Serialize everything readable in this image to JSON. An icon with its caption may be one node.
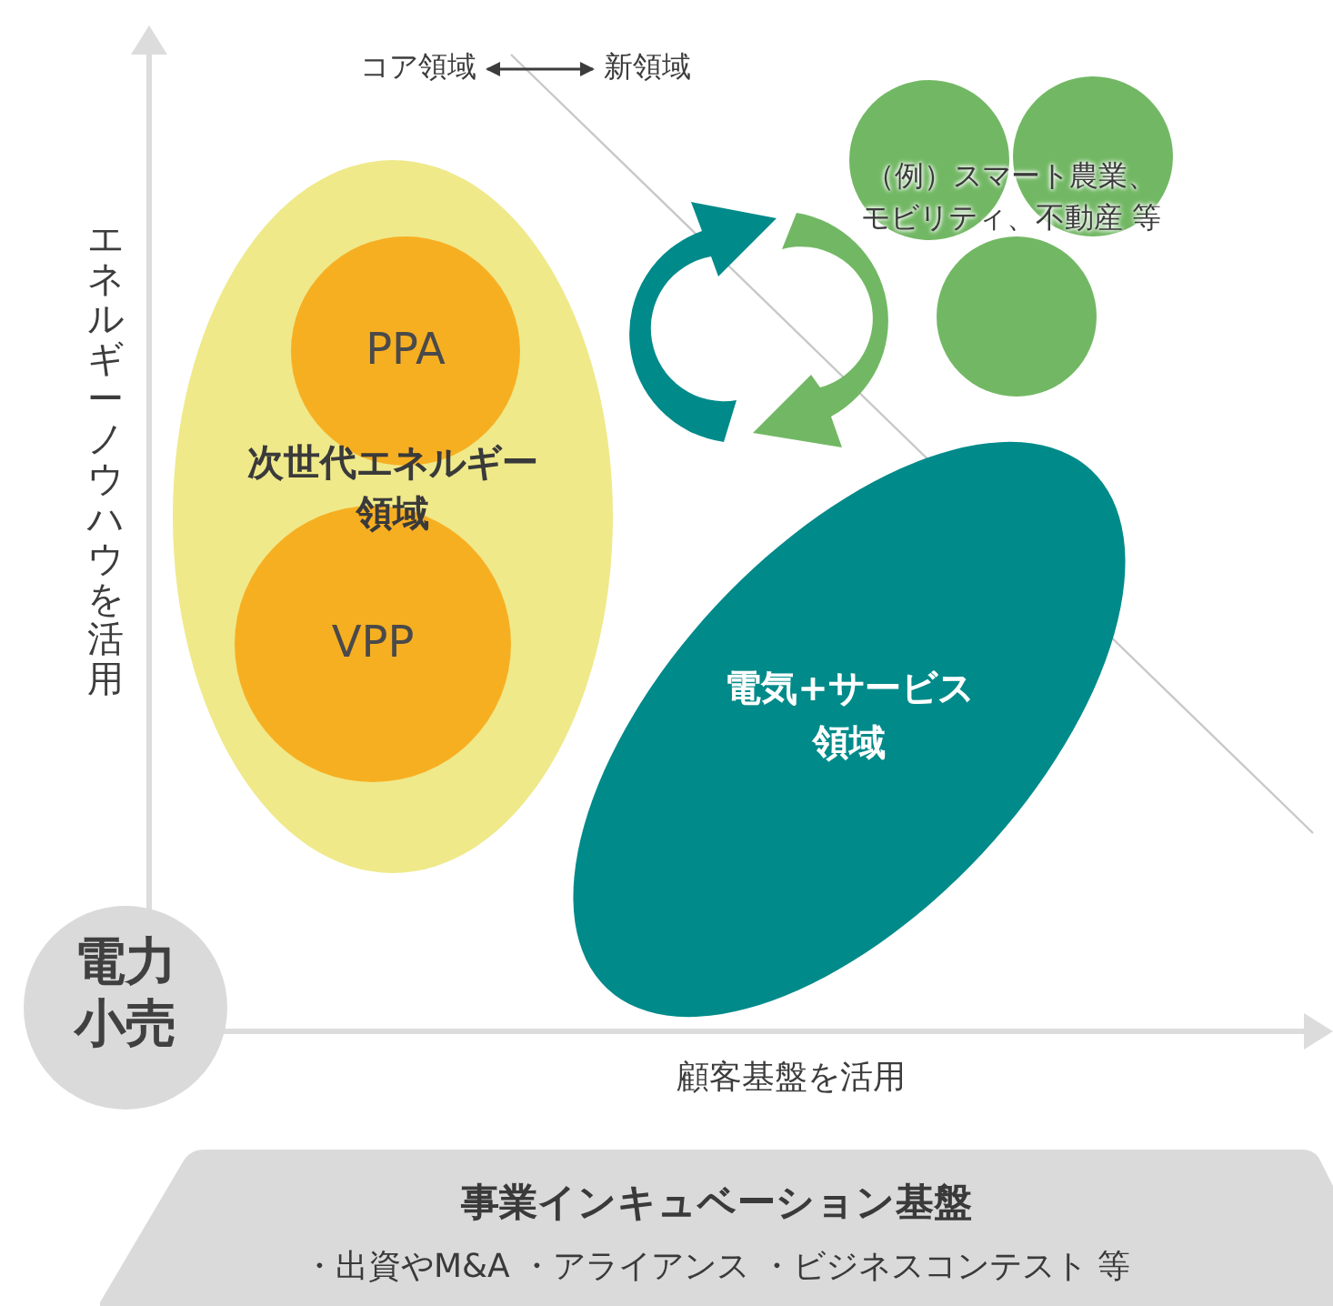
{
  "diagram": {
    "nodes": [
      {
        "text": [
          "次世代エネルギー領域"
        ]
      },
      {
        "text": [
          "PPA"
        ],
        "in": 0
      },
      {
        "text": [
          "VPP"
        ],
        "in": 0
      },
      {
        "text": [
          "電気+サービス領域"
        ]
      },
      {
        "text": [
          "（例）スマート農業、モビリティ、不動産 等"
        ]
      },
      {
        "text": [
          "電力小売"
        ]
      },
      {
        "text": [
          "事業インキュベーション基盤",
          "・出資やM&A ・アライアンス ・ビジネスコンテスト 等"
        ]
      }
    ],
    "edges": [],
    "labels": [
      "コア領域",
      "新領域",
      "エネルギーノウハウを活用",
      "顧客基盤を活用"
    ]
  }
}
